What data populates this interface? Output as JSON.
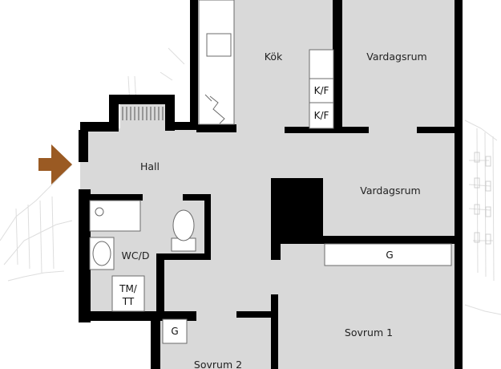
{
  "rooms": {
    "kitchen": "Kök",
    "living_top": "Vardagsrum",
    "hall": "Hall",
    "living": "Vardagsrum",
    "wc": "WC/D",
    "bedroom1": "Sovrum 1",
    "bedroom2": "Sovrum 2"
  },
  "fixtures": {
    "kf_1": "K/F",
    "kf_2": "K/F",
    "wardrobe_bedroom1": "G",
    "wardrobe_bedroom2": "G",
    "washer_dryer_line1": "TM/",
    "washer_dryer_line2": "TT"
  },
  "colors": {
    "floor": "#d9d9d9",
    "wall": "#000000",
    "entrance_arrow": "#9a5a23"
  },
  "icons": {
    "entrance": "entrance-arrow-icon"
  }
}
